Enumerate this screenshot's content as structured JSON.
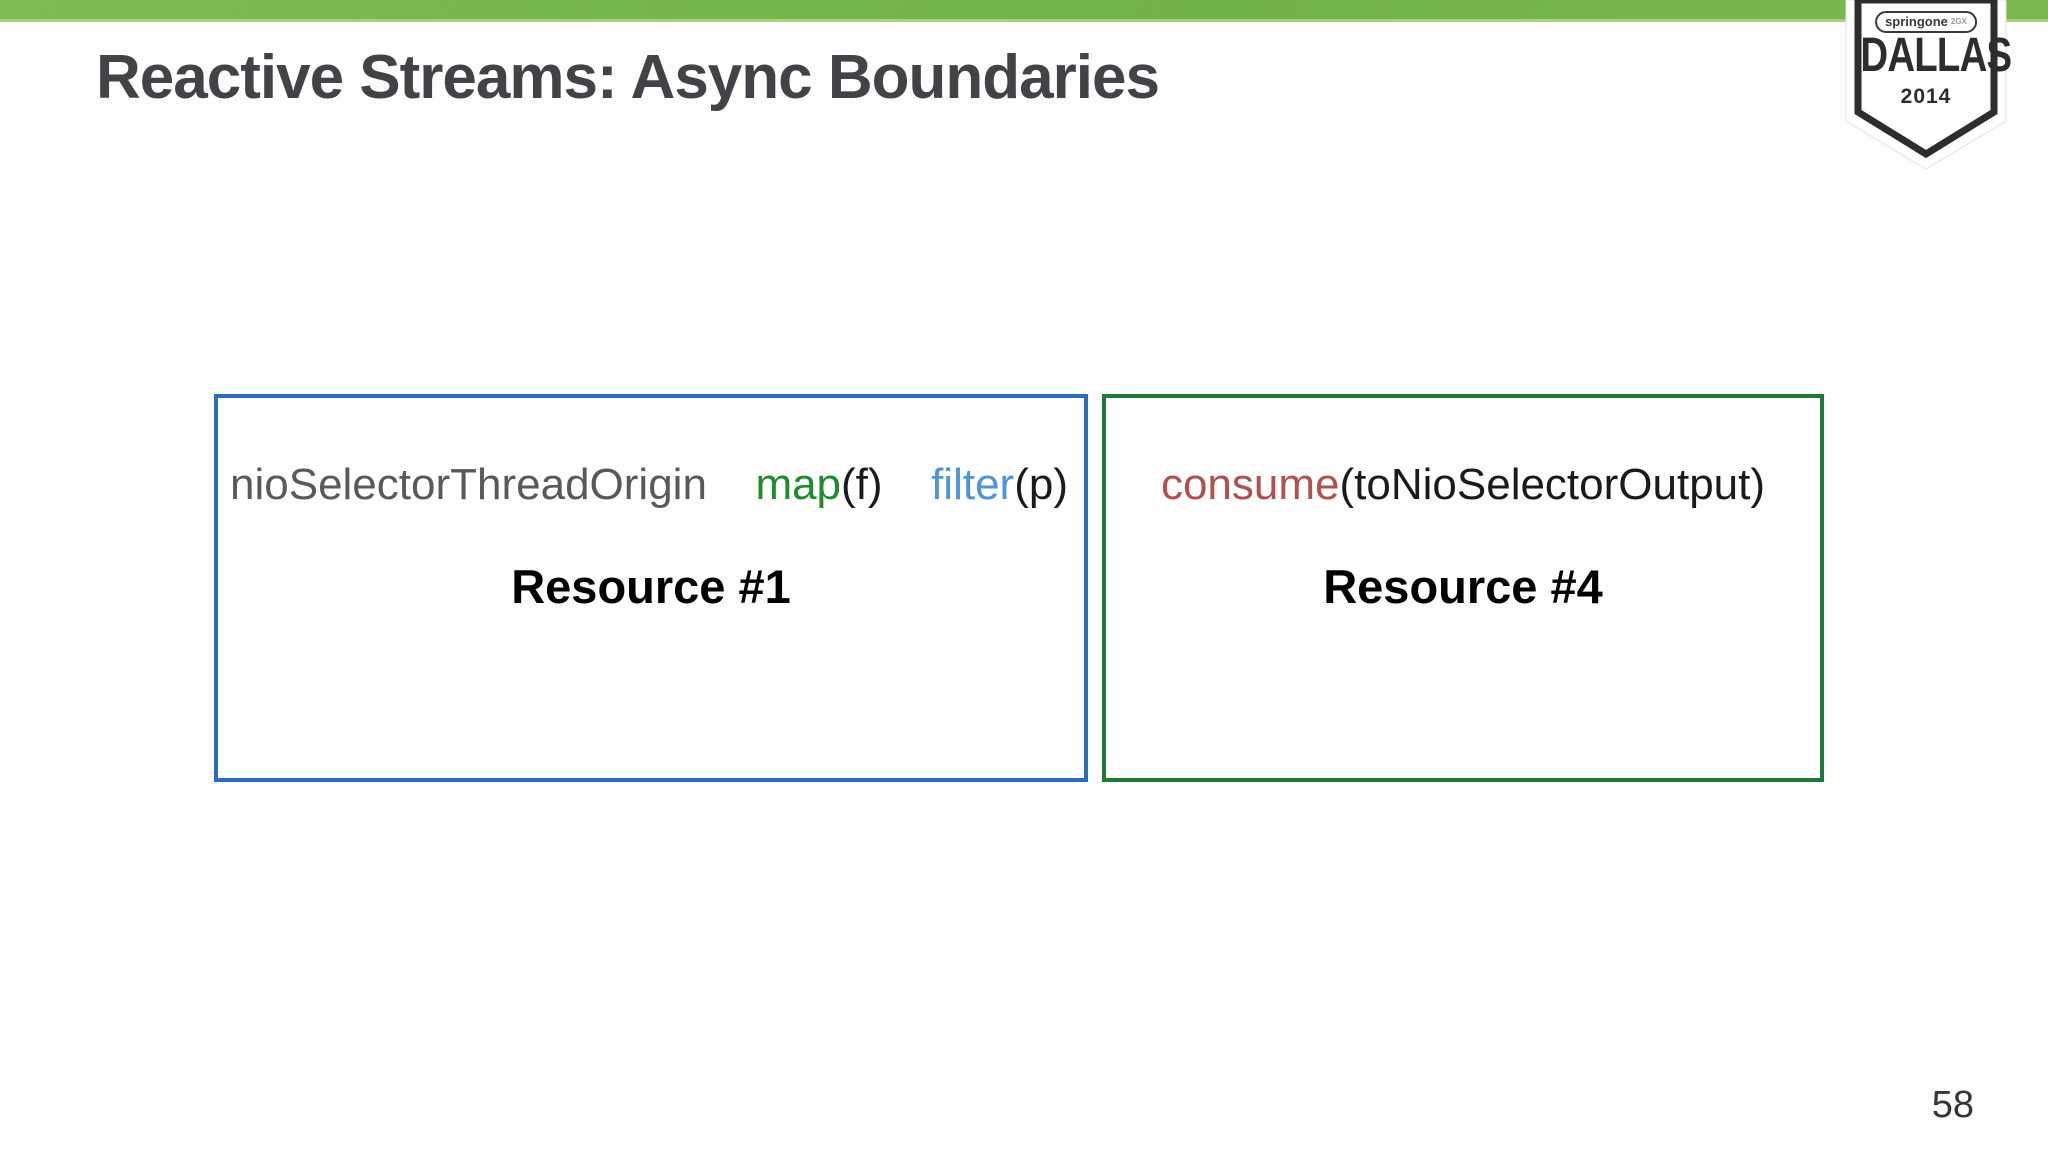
{
  "slide": {
    "title": "Reactive Streams: Async Boundaries",
    "page_number": "58"
  },
  "badge": {
    "brand": "springone",
    "brand_suffix": "2GX",
    "city": "DALLAS",
    "year": "2014"
  },
  "box_resource_1": {
    "label": "Resource #1",
    "code": {
      "origin": "nioSelectorThreadOrigin",
      "map_fn": "map",
      "map_args": "(f)",
      "filter_fn": "filter",
      "filter_args": "(p)"
    }
  },
  "box_resource_4": {
    "label": "Resource #4",
    "code": {
      "consume_fn": "consume",
      "consume_args": "(toNioSelectorOutput)"
    }
  },
  "colors": {
    "top_bar_green": "#74b74a",
    "top_bar_edge": "#a8d07d",
    "title_text": "#414347",
    "badge_ink": "#2d2d2d",
    "box1_border": "#2a6dbd",
    "box2_border": "#1e7a34",
    "code_gray": "#58595c",
    "code_green": "#1e8c2a",
    "code_blue": "#4f94d8",
    "code_red": "#b1504e",
    "code_black": "#1a1a1a",
    "page_number_text": "#363636"
  }
}
